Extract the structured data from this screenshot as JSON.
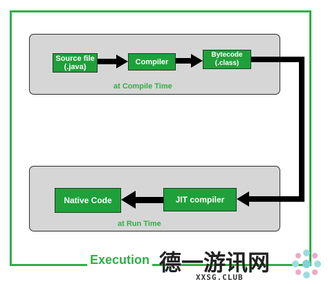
{
  "diagram": {
    "nodes": {
      "source": [
        "Source file",
        "(.java)"
      ],
      "compiler": "Compiler",
      "bytecode": [
        "Bytecode",
        "(.class)"
      ],
      "jit": "JIT compiler",
      "native": "Native Code"
    },
    "captions": {
      "compile": "at Compile Time",
      "runtime": "at Run Time"
    },
    "execution": "Execution",
    "colors": {
      "frame": "#2fae47",
      "node_fill": "#1fa03a",
      "panel_fill": "#d6d6d6",
      "arrow": "#000000"
    }
  },
  "watermark": {
    "title": "德一游讯网",
    "subtitle": "XXSG.CLUB",
    "logo_icon": "flower-dots-icon"
  }
}
